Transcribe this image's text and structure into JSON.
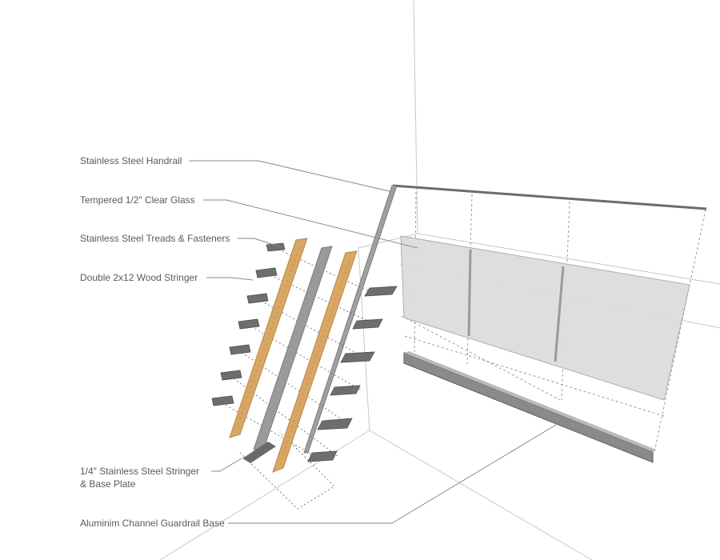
{
  "callouts": [
    {
      "id": "handrail",
      "lines": [
        "Stainless Steel Handrail"
      ]
    },
    {
      "id": "glass",
      "lines": [
        "Tempered 1/2″ Clear Glass"
      ]
    },
    {
      "id": "treads",
      "lines": [
        "Stainless Steel Treads & Fasteners"
      ]
    },
    {
      "id": "wood",
      "lines": [
        "Double 2x12 Wood Stringer"
      ]
    },
    {
      "id": "steel",
      "lines": [
        "1/4″ Stainless Steel Stringer",
        "& Base Plate"
      ]
    },
    {
      "id": "channel",
      "lines": [
        "Aluminim Channel Guardrail Base"
      ]
    }
  ],
  "colors": {
    "label_text": "#5a5a5a",
    "leader": "#8a8a8a",
    "room_lines": "#c4c4c4",
    "wood": "#d9a764",
    "steel": "#9a9a9a",
    "glass": "#d9d9d9",
    "treads": "#6e6e6e"
  }
}
